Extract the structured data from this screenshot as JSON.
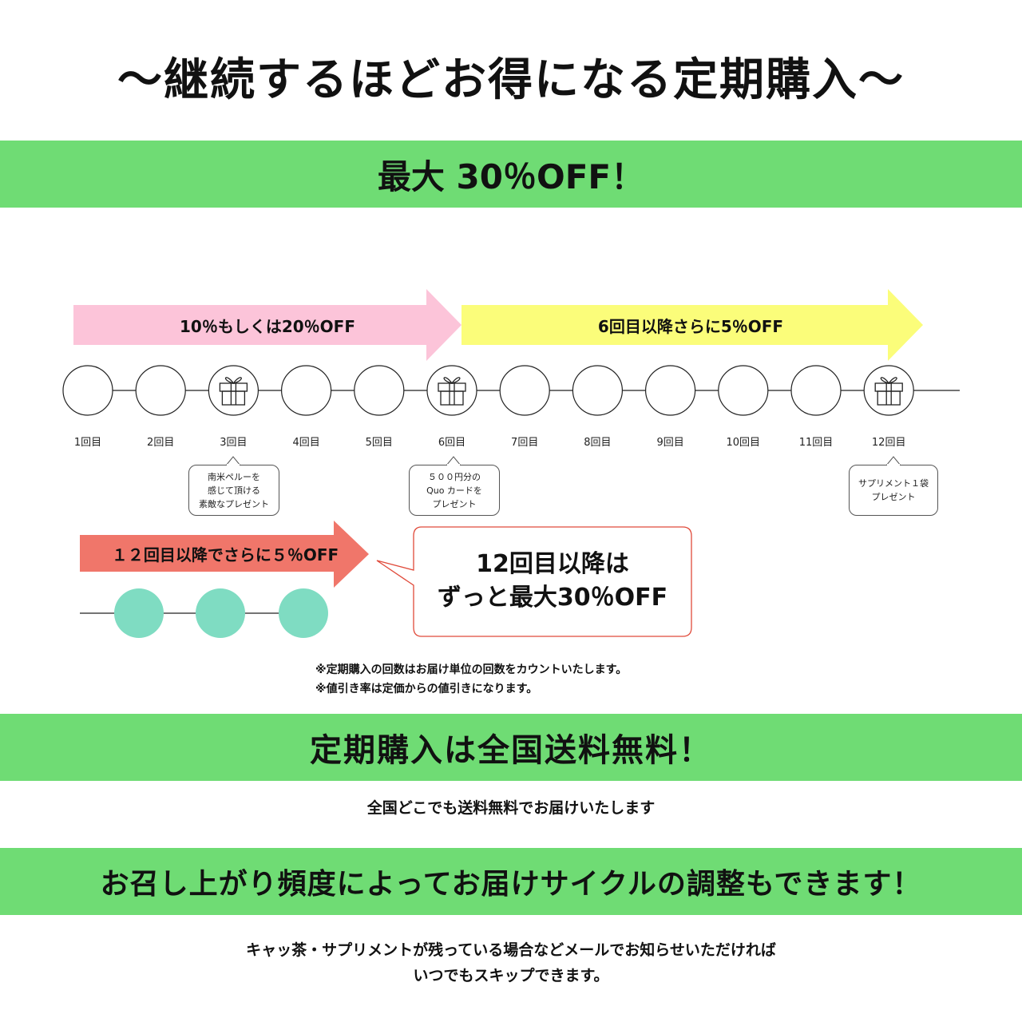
{
  "title": "〜継続するほどお得になる定期購入〜",
  "band1": "最大 30％OFF！",
  "arrow_pink": "10％もしくは20％OFF",
  "arrow_yellow": "6回目以降さらに5％OFF",
  "arrow_red": "１２回目以降でさらに５％OFF",
  "circles": [
    {
      "label": "1回目"
    },
    {
      "label": "2回目"
    },
    {
      "label": "3回目",
      "gift": true
    },
    {
      "label": "4回目"
    },
    {
      "label": "5回目"
    },
    {
      "label": "6回目",
      "gift": true
    },
    {
      "label": "7回目"
    },
    {
      "label": "8回目"
    },
    {
      "label": "9回目"
    },
    {
      "label": "10回目"
    },
    {
      "label": "11回目"
    },
    {
      "label": "12回目",
      "gift": true
    }
  ],
  "callouts": {
    "c3": [
      "南米ペルーを",
      "感じて頂ける",
      "素敵なプレゼント"
    ],
    "c6": [
      "５００円分の",
      "Quo カードを",
      "プレゼント"
    ],
    "c12": [
      "サプリメント１袋",
      "プレゼント"
    ]
  },
  "bubble": {
    "line1": "12回目以降は",
    "line2": "ずっと最大30％OFF"
  },
  "notes": [
    "※定期購入の回数はお届け単位の回数をカウントいたします。",
    "※値引き率は定価からの値引きになります。"
  ],
  "band2": "定期購入は全国送料無料！",
  "band2_sub": "全国どこでも送料無料でお届けいたします",
  "band3": "お召し上がり頻度によってお届けサイクルの調整もできます！",
  "band3_sub": [
    "キャッ茶・サプリメントが残っている場合などメールでお知らせいただければ",
    "いつでもスキップできます。"
  ],
  "colors": {
    "band": "#6fdc74",
    "arrow_pink": "#fcc4d9",
    "arrow_yellow": "#fbfd7a",
    "arrow_red": "#f0766a",
    "teal": "#7fdcc2",
    "bubble_border": "#e04a3a"
  },
  "icons": {
    "gift": "gift-icon"
  }
}
